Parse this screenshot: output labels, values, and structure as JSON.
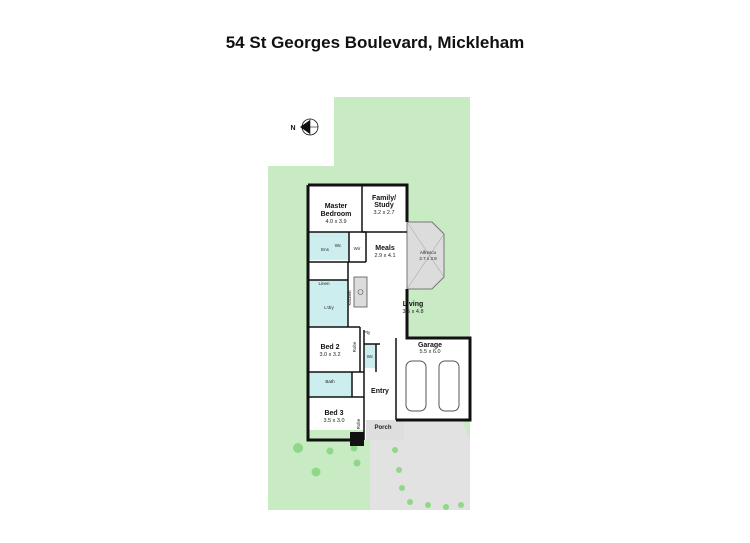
{
  "title": "54 St Georges Boulevard, Mickleham",
  "compass": {
    "label": "N"
  },
  "colors": {
    "garden": "#c8ebc4",
    "wet_area": "#cdeeee",
    "driveway": "#e2e2e2",
    "wall": "#111111",
    "tree": "#8fd88a"
  },
  "rooms": {
    "master": {
      "name_line1": "Master",
      "name_line2": "Bedroom",
      "dims": "4.0 x 3.9"
    },
    "family": {
      "name_line1": "Family/",
      "name_line2": "Study",
      "dims": "3.2 x 2.7"
    },
    "meals": {
      "name": "Meals",
      "dims": "2.9 x 4.1"
    },
    "alfresco": {
      "name": "Alfresco",
      "dims": "2.7 x 3.9"
    },
    "living": {
      "name": "Living",
      "dims": "3.5 x 4.8"
    },
    "kitchen": {
      "name": "Kitchen"
    },
    "garage": {
      "name": "Garage",
      "dims": "5.5 x 6.0"
    },
    "bed2": {
      "name": "Bed 2",
      "dims": "3.0 x 3.2"
    },
    "bed3": {
      "name": "Bed 3",
      "dims": "3.5 x 3.0"
    },
    "ens": {
      "name": "Ens"
    },
    "wc": {
      "name": "Wc"
    },
    "wir": {
      "name": "Wir"
    },
    "linen": {
      "name": "Linen"
    },
    "ldry": {
      "name": "L'dry"
    },
    "pty": {
      "name": "Pty"
    },
    "bath": {
      "name": "Bath"
    },
    "robe": {
      "name": "Robe"
    },
    "entry": {
      "name": "Entry"
    },
    "porch": {
      "name": "Porch"
    }
  }
}
